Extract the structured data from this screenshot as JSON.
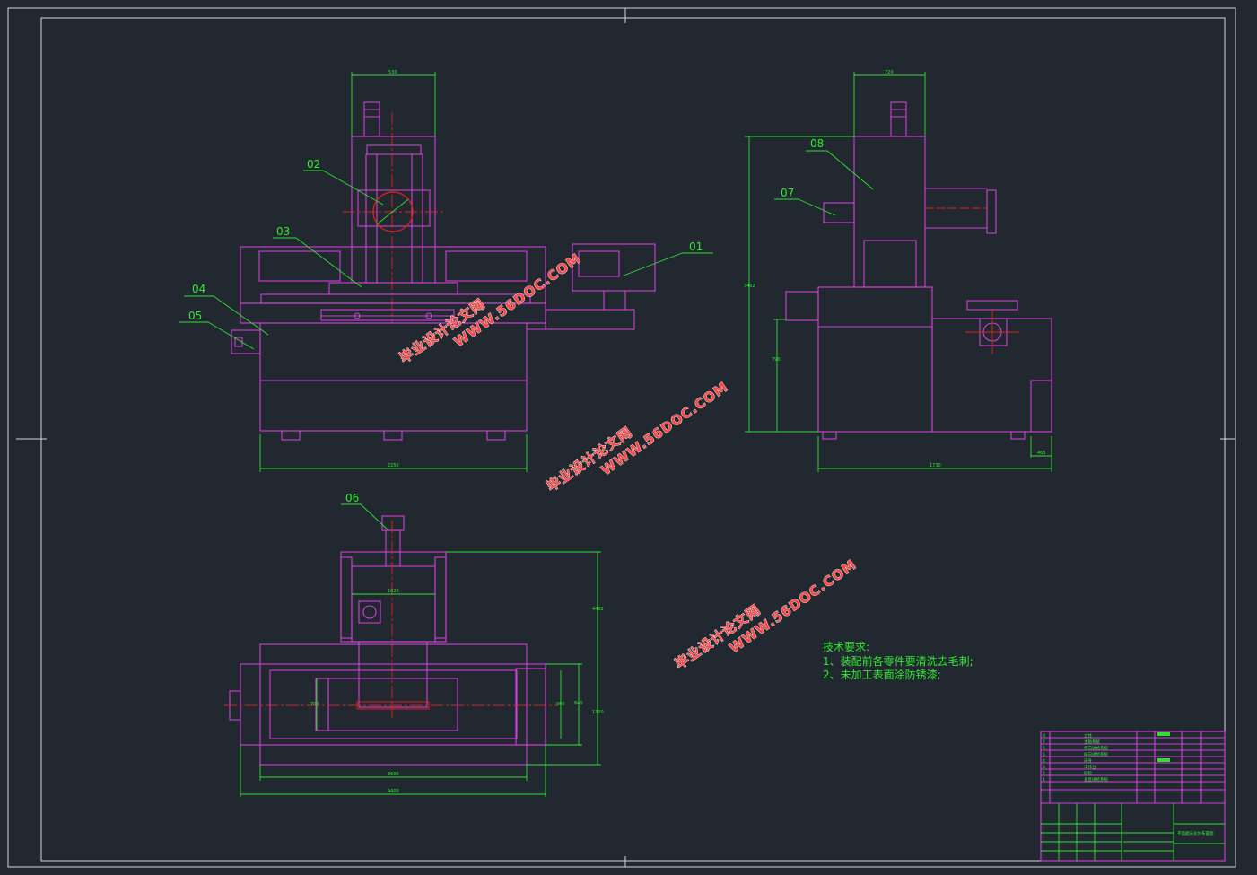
{
  "part_labels": {
    "p01": "01",
    "p02": "02",
    "p03": "03",
    "p04": "04",
    "p05": "05",
    "p06": "06",
    "p07": "07",
    "p08": "08"
  },
  "dimensions": {
    "front_top_width": "530",
    "front_base_width": "2250",
    "side_top_width": "720",
    "side_total_height": "3402",
    "side_lower_height": "790",
    "side_base_width": "1730",
    "side_right_small": "465",
    "top_inner_width": "1620",
    "top_height_right": "4402",
    "top_base_width_inner": "3600",
    "top_base_width_outer": "4400",
    "top_right_1": "1320",
    "top_right_2": "840",
    "top_right_3": "980",
    "top_left_small": "700"
  },
  "tech_requirements": {
    "title": "技术要求:",
    "line1": "1、装配前各零件要清洗去毛刺;",
    "line2": "2、未加工表面涂防锈漆;"
  },
  "watermark": {
    "line1": "毕业设计论文网",
    "line2": "WWW.56DOC.COM"
  },
  "title_block": {
    "drawing_title": "平面磨床总体布置图",
    "rows": [
      "立柱",
      "主轴系统",
      "横向进给系统",
      "纵向进给系统",
      "床身",
      "工作台",
      "砂轮",
      "垂直进给系统"
    ],
    "row_numbers": [
      "8",
      "7",
      "6",
      "5",
      "4",
      "3",
      "2",
      "1"
    ]
  },
  "colors": {
    "background": "#212830",
    "geometry": "#d040d8",
    "dimension": "#2fe02f",
    "centerline": "#e02020",
    "frame": "#d8d8d8",
    "watermark": "#ff4646"
  }
}
